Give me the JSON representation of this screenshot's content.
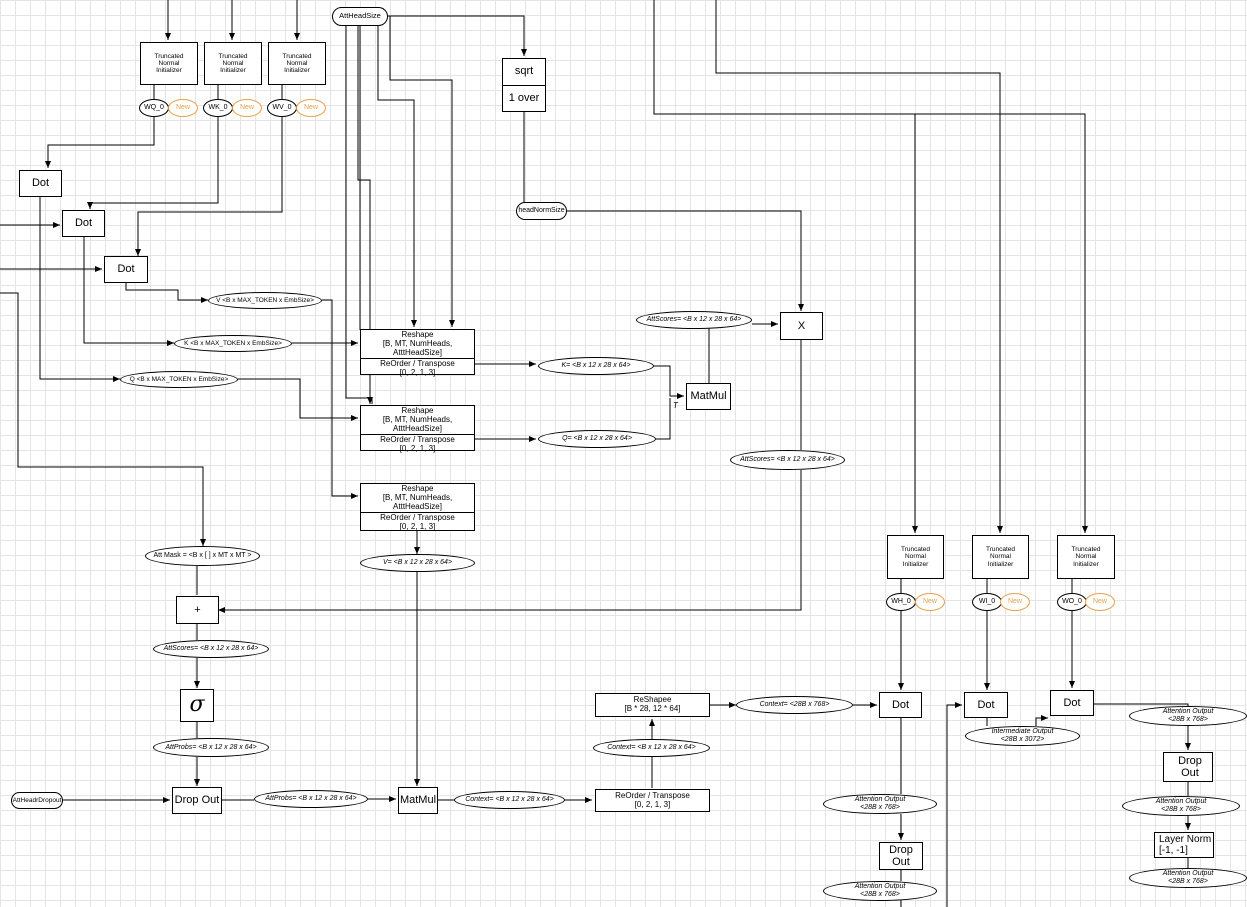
{
  "nodes": {
    "att_head_size": "AttHeadSize",
    "sqrt": "sqrt",
    "one_over": "1 over",
    "head_norm_size": "headNormSize",
    "init_wq": "Truncated\nNormal\nInitializer",
    "init_wk": "Truncated\nNormal\nInitializer",
    "init_wv": "Truncated\nNormal\nInitializer",
    "wq": "WQ_0",
    "wk": "WK_0",
    "wv": "WV_0",
    "new_label": "New",
    "dot_q": "Dot",
    "dot_k": "Dot",
    "dot_v": "Dot",
    "v_shape": "V <B x MAX_TOKEN x EmbSize>",
    "k_shape": "K <B x MAX_TOKEN x EmbSize>",
    "q_shape": "Q <B x MAX_TOKEN x EmbSize>",
    "reshape_k_top": "Reshape\n[B, MT, NumHeads, AtttHeadSize]",
    "reshape_k_bottom": "ReOrder / Transpose\n[0, 2, 1, 3]",
    "reshape_q_top": "Reshape\n[B, MT, NumHeads, AtttHeadSize]",
    "reshape_q_bottom": "ReOrder / Transpose\n[0, 2, 1, 3]",
    "reshape_v_top": "Reshape\n[B, MT, NumHeads, AtttHeadSize]",
    "reshape_v_bottom": "ReOrder / Transpose\n[0, 2, 1, 3]",
    "k_out": "K= <B x 12 x 28 x 64>",
    "q_out": "Q= <B x 12 x 28 x 64>",
    "v_out": "V= <B x 12 x 28 x 64>",
    "matmul_qk": "MatMul",
    "transpose_mark": "T",
    "att_scores_1": "AttScores= <B x 12 x 28 x 64>",
    "x_op": "X",
    "att_scores_2": "AttScores= <B x 12 x 28 x 64>",
    "att_mask": "Att  Mask = <B x  [ ] x MT x MT  >",
    "plus_op": "+",
    "att_scores_3": "AttScores= <B x 12 x 28 x 64>",
    "sigma": "σ",
    "att_probs_1": "AttProbs= <B x 12 x 28 x 64>",
    "att_dropout_in": "AttHeadrDropout",
    "drop_out_1": "Drop Out",
    "att_probs_2": "AttProbs= <B x 12 x 28 x 64>",
    "matmul_ctx": "MatMul",
    "context_1": "Context= <B x 12 x 28 x 64>",
    "reorder_ctx": "ReOrder / Transpose\n[0, 2, 1, 3]",
    "context_2": "Context= <B x 12 x 28 x 64>",
    "reshape_ctx": "ReShapee\n[B  * 28, 12 * 64]",
    "context_3": "Context= <28B x 768>",
    "init_wh": "Truncated\nNormal\nInitializer",
    "init_wi": "Truncated\nNormal\nInitializer",
    "init_wo": "Truncated\nNormal\nInitializer",
    "wh": "WH_0",
    "wi": "WI_0",
    "wo": "WO_0",
    "dot_h": "Dot",
    "dot_i": "Dot",
    "dot_o": "Dot",
    "attn_out_1": "Attention Output\n<28B x 768>",
    "drop_out_2": "Drop Out",
    "attn_out_2": "Attention Output\n<28B x 768>",
    "intermediate_out": "Intermediate Output\n<28B x 3072>",
    "attn_out_r1": "Attention Output\n<28B x 768>",
    "drop_out_r": "Drop Out",
    "attn_out_r2": "Attention Output\n<28B x 768>",
    "layer_norm": "Layer Norm\n[-1, -1]",
    "attn_out_r3": "Attention Output\n<28B x 768>"
  },
  "colors": {
    "line": "#000000",
    "new_badge": "#e8a14a",
    "grid": "#e4e4e4"
  }
}
